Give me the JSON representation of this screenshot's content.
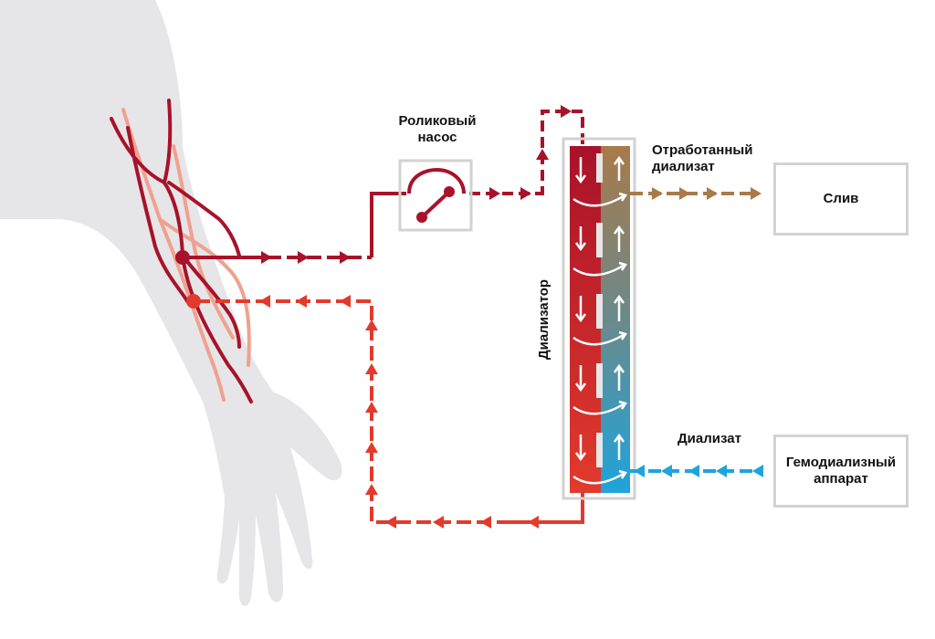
{
  "labels": {
    "pump": "Роликовый\nнасос",
    "spent_dialysate": "Отработанный\nдиализат",
    "drain": "Слив",
    "dialysate": "Диализат",
    "machine": "Гемодиализный\nаппарат",
    "dialyzer": "Диализатор"
  },
  "colors": {
    "arterial": "#a8122a",
    "venous": "#e23a2c",
    "spent": "#a97a4a",
    "fresh": "#1ea4dc",
    "body": "#e6e6e8",
    "light_vein": "#f0a18f",
    "box_border": "#d2d2d2"
  },
  "icons": [
    "arm-silhouette",
    "roller-pump-icon",
    "dialyzer-column"
  ]
}
